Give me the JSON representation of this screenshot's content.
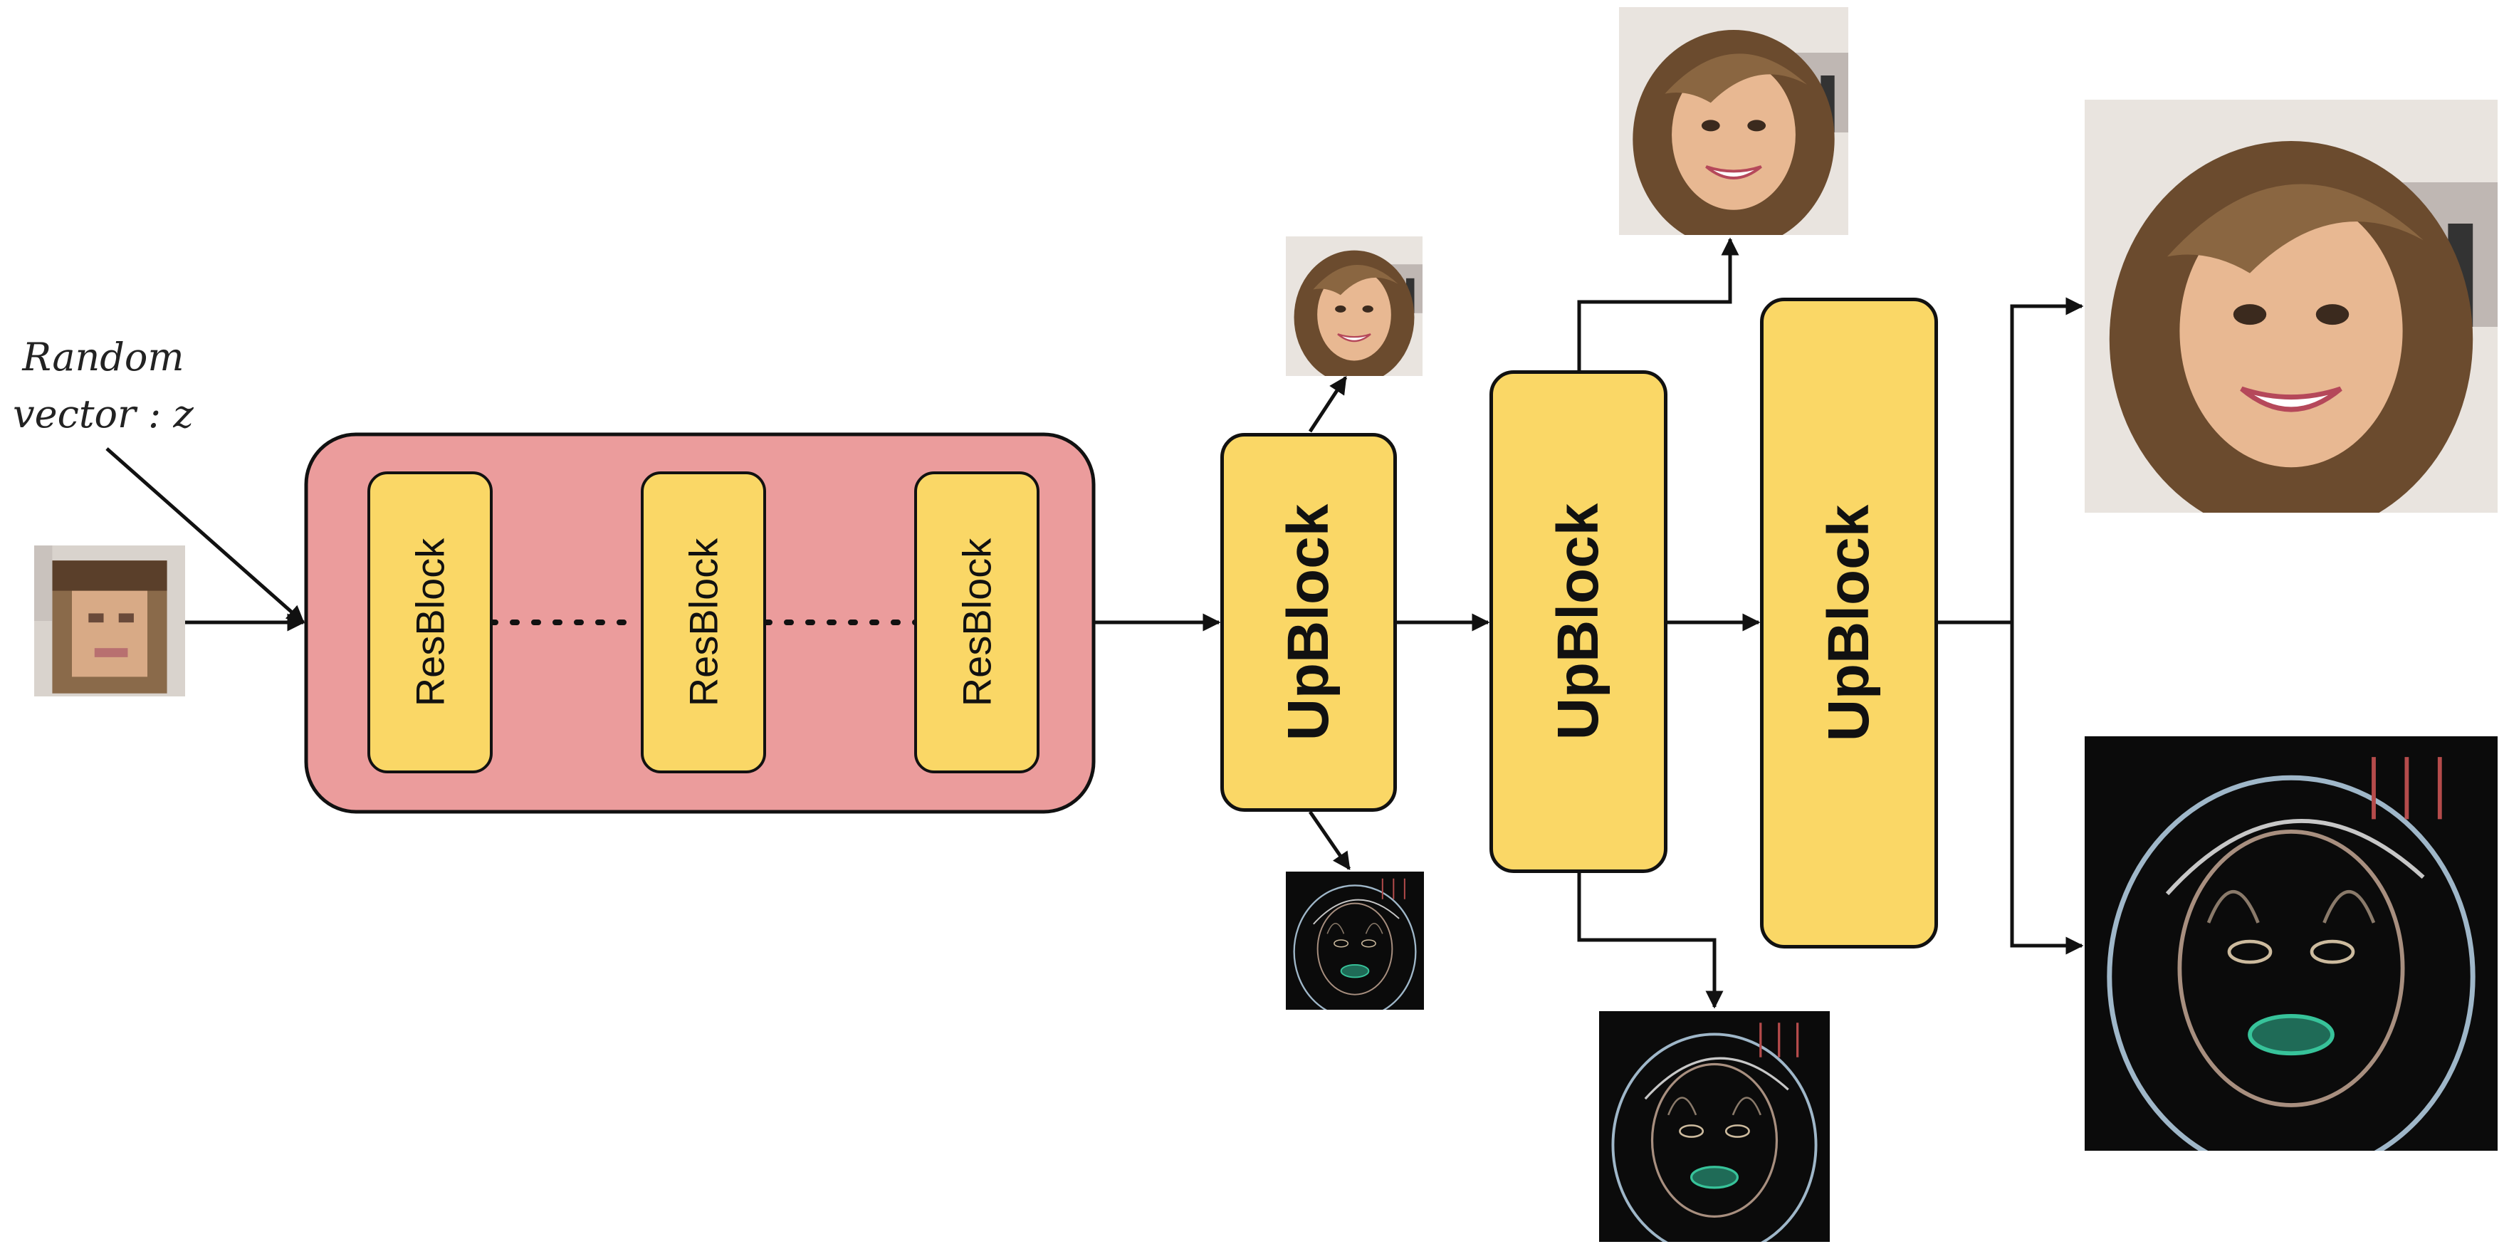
{
  "input_label": {
    "line1": "Random",
    "line2": "vector : z"
  },
  "res_blocks": [
    {
      "label": "ResBlock"
    },
    {
      "label": "ResBlock"
    },
    {
      "label": "ResBlock"
    }
  ],
  "up_blocks": [
    {
      "label": "UpBlock"
    },
    {
      "label": "UpBlock"
    },
    {
      "label": "UpBlock"
    }
  ],
  "colors": {
    "resblock_group_fill": "#eb9c9c",
    "block_fill": "#fad766",
    "stroke": "#111111"
  },
  "images": {
    "input": "pixelated low-resolution face thumbnail",
    "rgb_outputs": [
      "face image (small)",
      "face image (medium)",
      "face image (large)"
    ],
    "edge_outputs": [
      "edge map (small)",
      "edge map (medium)",
      "edge map (large)"
    ]
  }
}
